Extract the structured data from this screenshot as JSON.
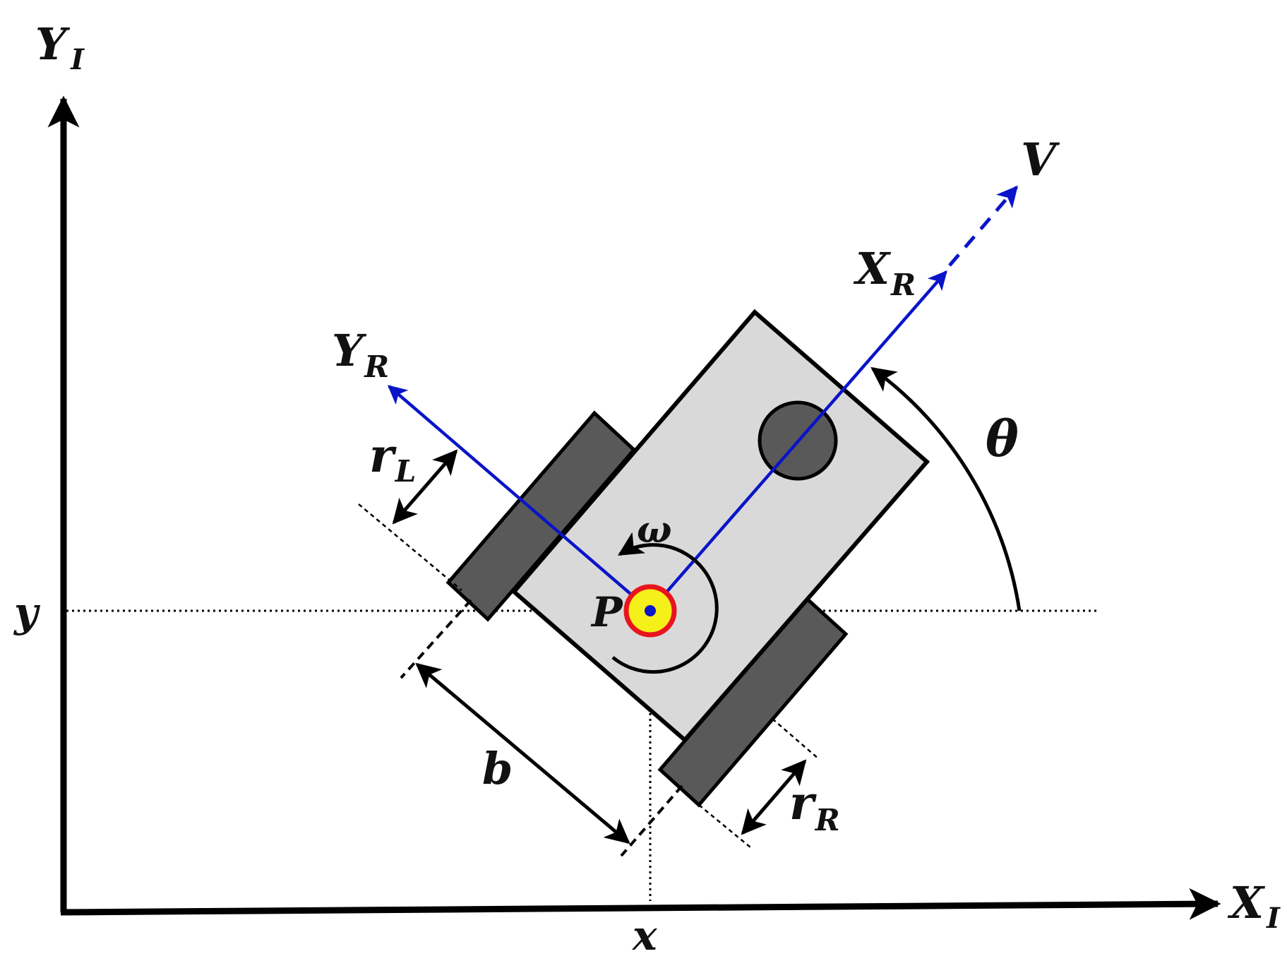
{
  "labels": {
    "y_inertial": "Y",
    "y_inertial_sub": "I",
    "x_inertial": "X",
    "x_inertial_sub": "I",
    "y_robot": "Y",
    "y_robot_sub": "R",
    "x_robot": "X",
    "x_robot_sub": "R",
    "velocity": "V",
    "theta": "θ",
    "omega": "ω",
    "point": "P",
    "x_coord": "x",
    "y_coord": "y",
    "wheel_base": "b",
    "r_left": "r",
    "r_left_sub": "L",
    "r_right": "r",
    "r_right_sub": "R"
  },
  "colors": {
    "axis": "#000000",
    "robot_frame": "#0a14c8",
    "chassis_fill": "#d9d9d9",
    "wheel_fill": "#595959",
    "point_ring": "#e8141e",
    "point_fill": "#f5ef1a",
    "point_center": "#0a14c8"
  }
}
